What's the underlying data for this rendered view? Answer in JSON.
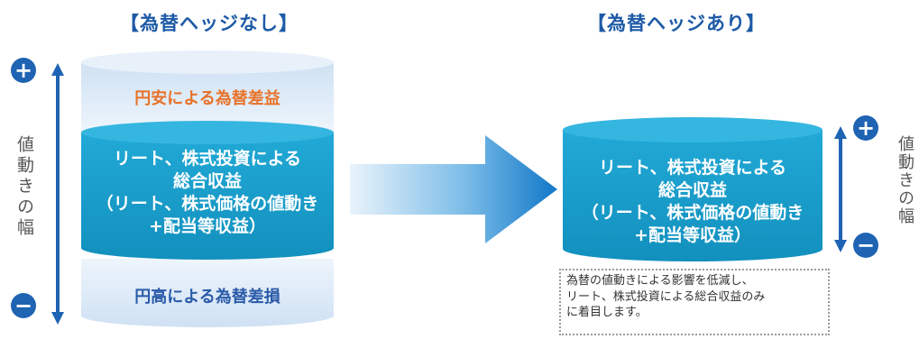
{
  "left": {
    "heading": "【為替ヘッジなし】",
    "top_band": "円安による為替差益",
    "core_lines": [
      "リート、株式投資による",
      "総合収益",
      "（リート、株式価格の値動き",
      "+配当等収益）"
    ],
    "bottom_band": "円高による為替差損",
    "axis_label": "値動きの幅",
    "plus": "+",
    "minus": "−"
  },
  "right": {
    "heading": "【為替ヘッジあり】",
    "core_lines": [
      "リート、株式投資による",
      "総合収益",
      "（リート、株式価格の値動き",
      "+配当等収益）"
    ],
    "axis_label": "値動きの幅",
    "plus": "+",
    "minus": "−",
    "note_lines": [
      "為替の値動きによる影響を低減し、",
      "リート、株式投資による総合収益のみ",
      "に着目します。"
    ]
  },
  "colors": {
    "accent_blue": "#1f63b3",
    "core_teal": "#1aa0cc",
    "band_light": "#dbe9f7",
    "gain_orange": "#e8722a",
    "loss_blue": "#2a5aa8"
  }
}
